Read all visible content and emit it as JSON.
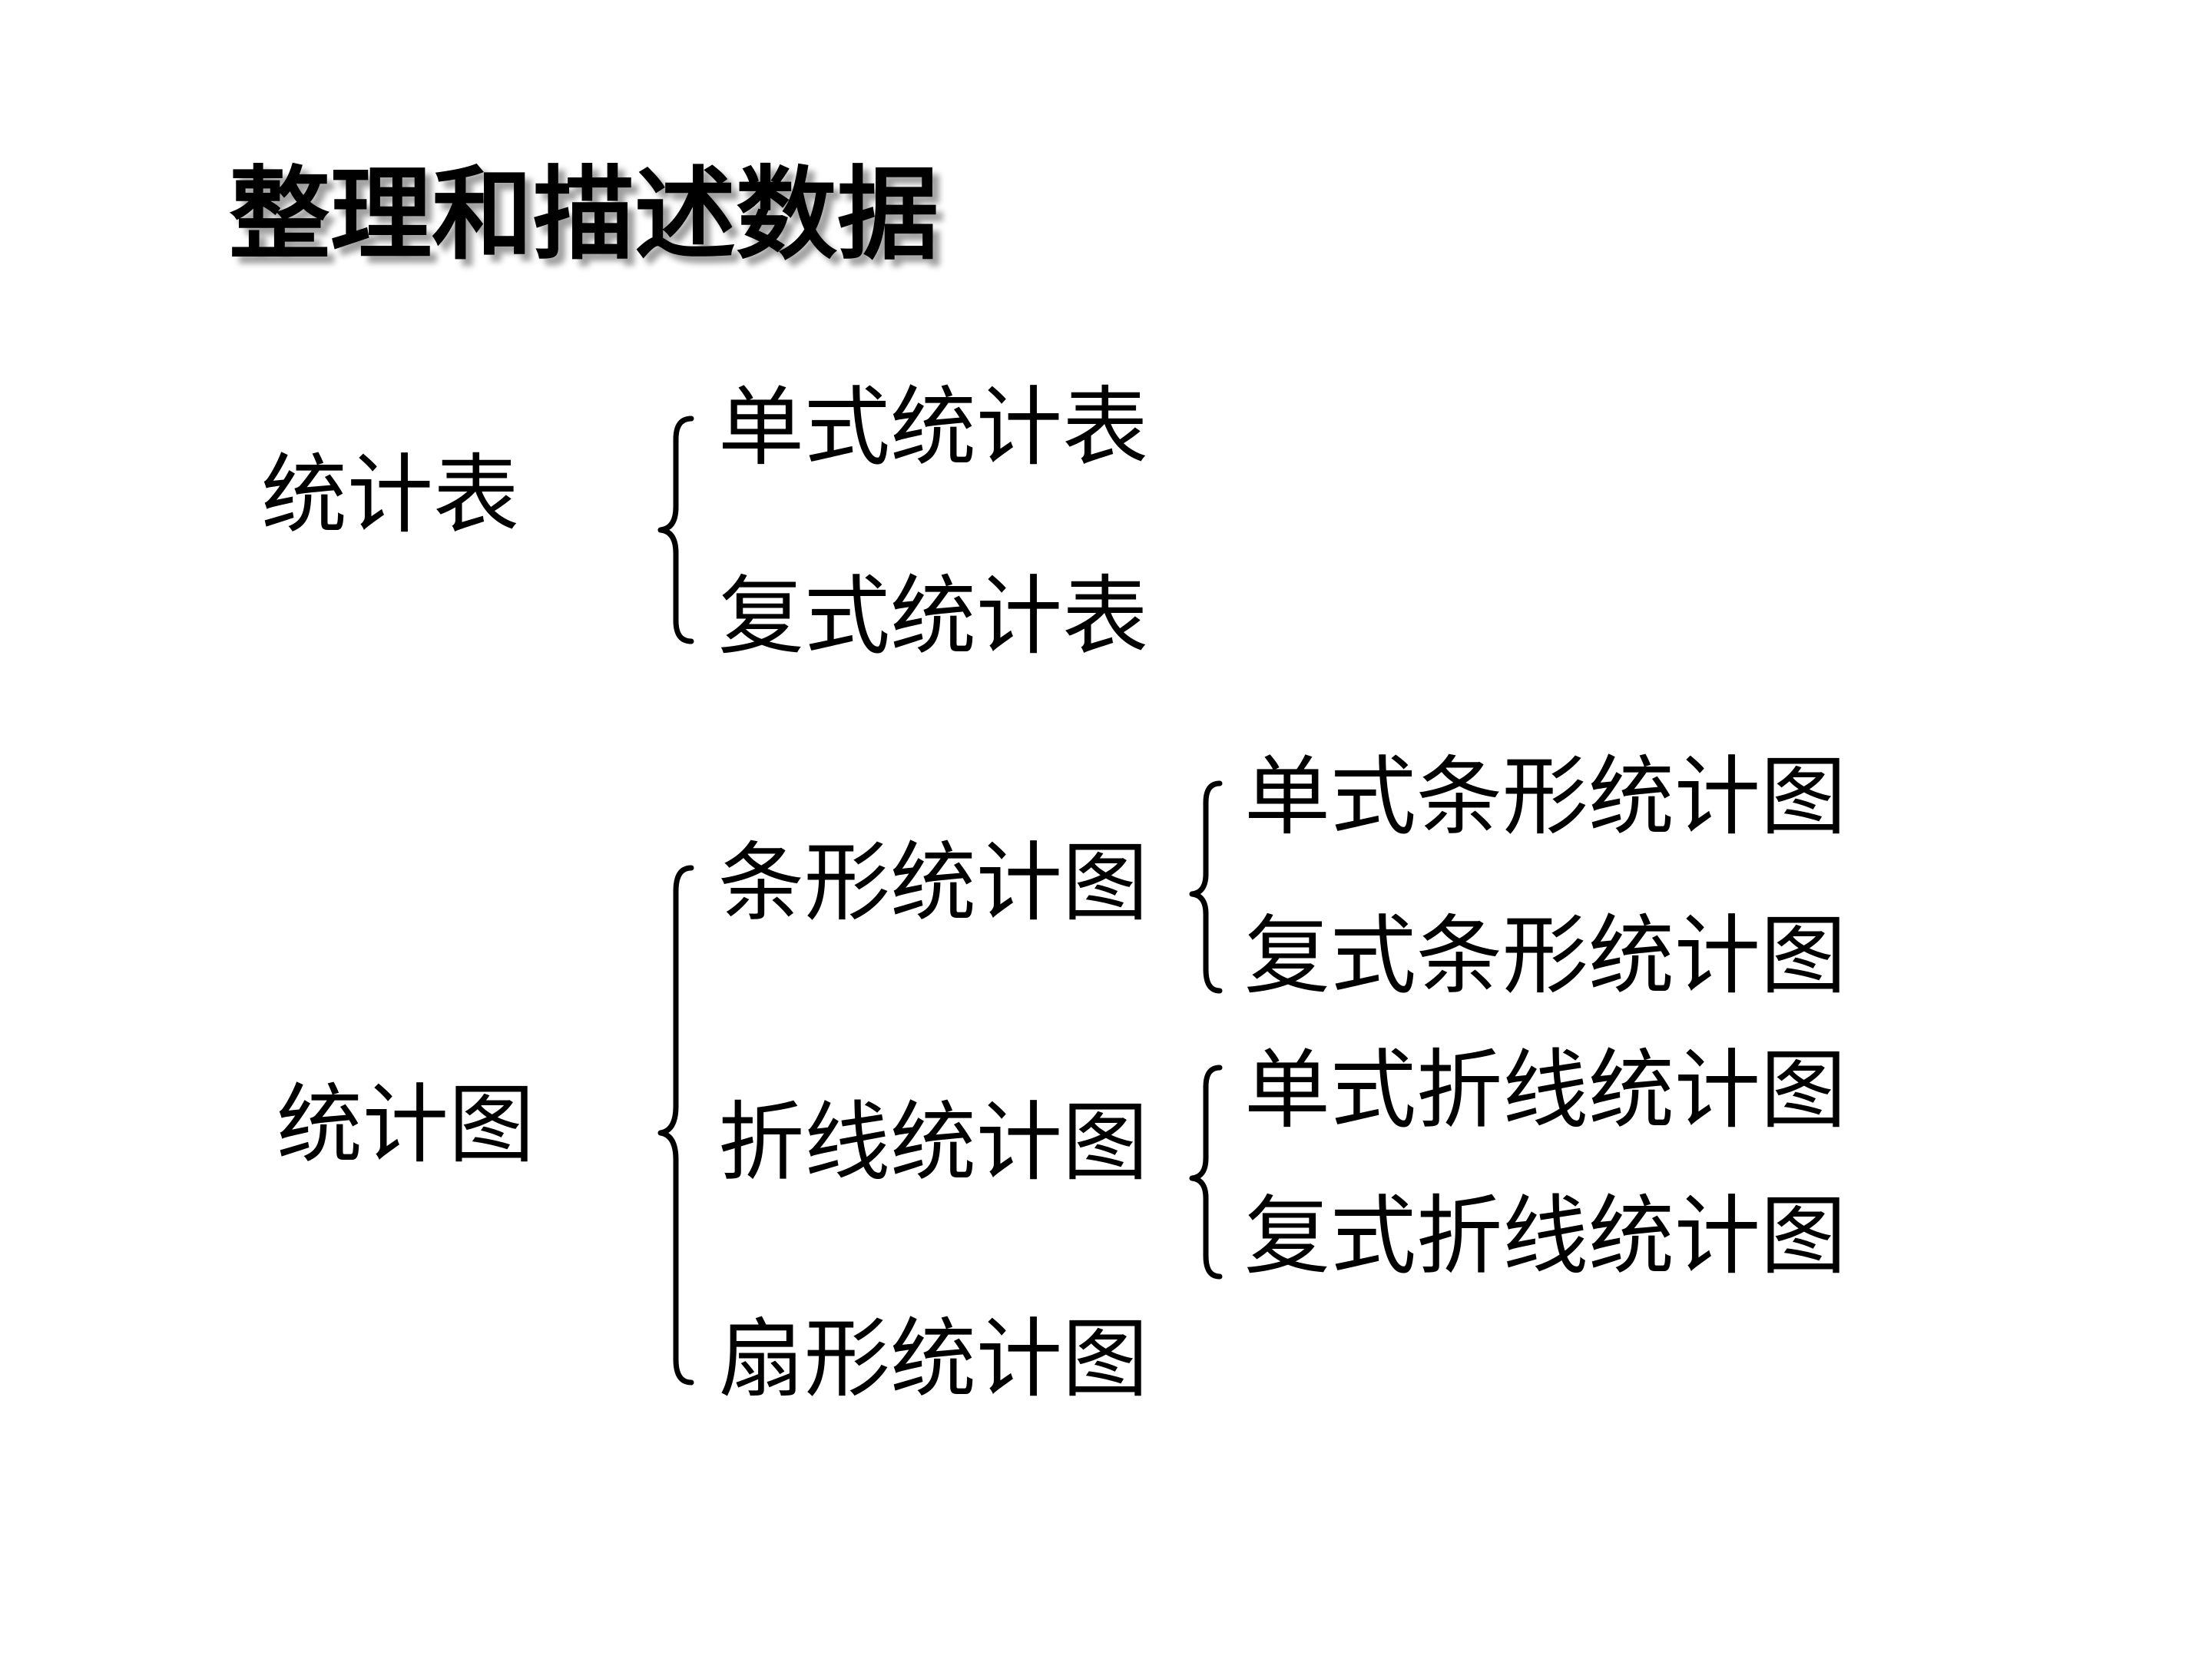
{
  "title": "整理和描述数据",
  "tree": {
    "table": {
      "label": "统计表",
      "children": [
        "单式统计表",
        "复式统计表"
      ]
    },
    "chart": {
      "label": "统计图",
      "bar": {
        "label": "条形统计图",
        "children": [
          "单式条形统计图",
          "复式条形统计图"
        ]
      },
      "line": {
        "label": "折线统计图",
        "children": [
          "单式折线统计图",
          "复式折线统计图"
        ]
      },
      "pie": {
        "label": "扇形统计图"
      }
    }
  }
}
